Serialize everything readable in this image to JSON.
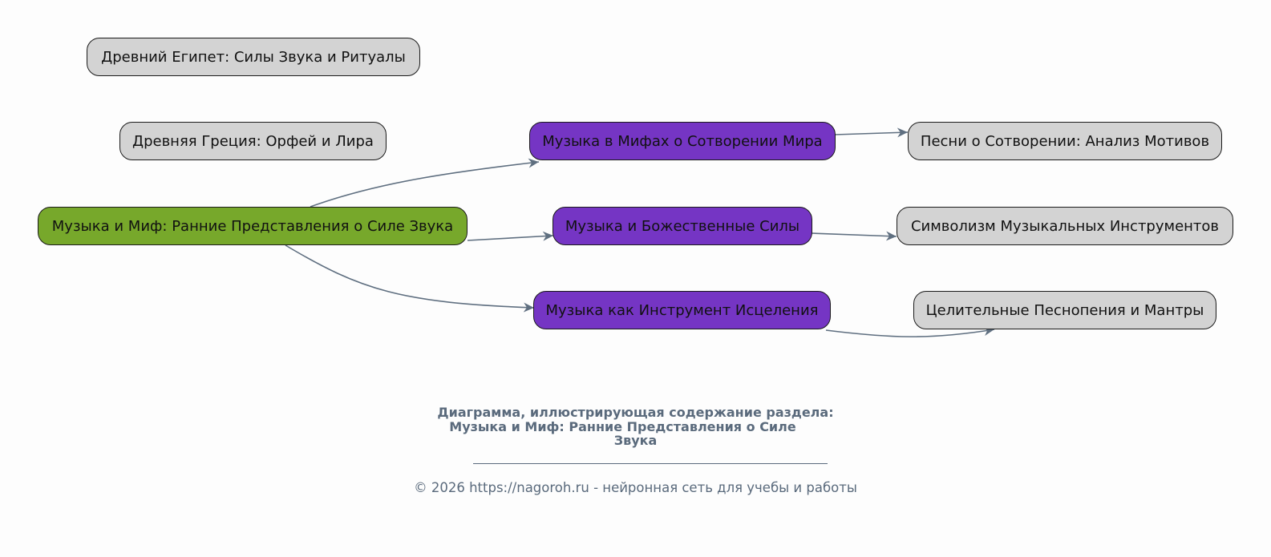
{
  "diagram": {
    "colors": {
      "root": "#77a82b",
      "branch": "#7535c4",
      "leaf": "#d3d3d3",
      "edge": "#5f6f80",
      "caption": "#5a6a7c"
    },
    "nodes": [
      {
        "id": "egypt",
        "label": "Древний Египет: Силы Звука и Ритуалы",
        "kind": "leaf"
      },
      {
        "id": "greece",
        "label": "Древняя Греция: Орфей и Лира",
        "kind": "leaf"
      },
      {
        "id": "root",
        "label": "Музыка и Миф: Ранние Представления о Силе Звука",
        "kind": "root"
      },
      {
        "id": "creation",
        "label": "Музыка в Мифах о Сотворении Мира",
        "kind": "branch"
      },
      {
        "id": "divine",
        "label": "Музыка и Божественные Силы",
        "kind": "branch"
      },
      {
        "id": "healing",
        "label": "Музыка как Инструмент Исцеления",
        "kind": "branch"
      },
      {
        "id": "songs",
        "label": "Песни о Сотворении: Анализ Мотивов",
        "kind": "leaf"
      },
      {
        "id": "symbolism",
        "label": "Символизм Музыкальных Инструментов",
        "kind": "leaf"
      },
      {
        "id": "chants",
        "label": "Целительные Песнопения и Мантры",
        "kind": "leaf"
      }
    ],
    "edges": [
      {
        "from": "root",
        "to": "creation"
      },
      {
        "from": "root",
        "to": "divine"
      },
      {
        "from": "root",
        "to": "healing"
      },
      {
        "from": "creation",
        "to": "songs"
      },
      {
        "from": "divine",
        "to": "symbolism"
      },
      {
        "from": "healing",
        "to": "chants"
      }
    ]
  },
  "caption": {
    "title_lines": [
      "Диаграмма, иллюстрирующая содержание раздела:",
      "Музыка и Миф: Ранние Представления о Силе",
      "Звука"
    ],
    "footer": "© 2026 https://nagoroh.ru - нейронная сеть для учебы и работы"
  }
}
